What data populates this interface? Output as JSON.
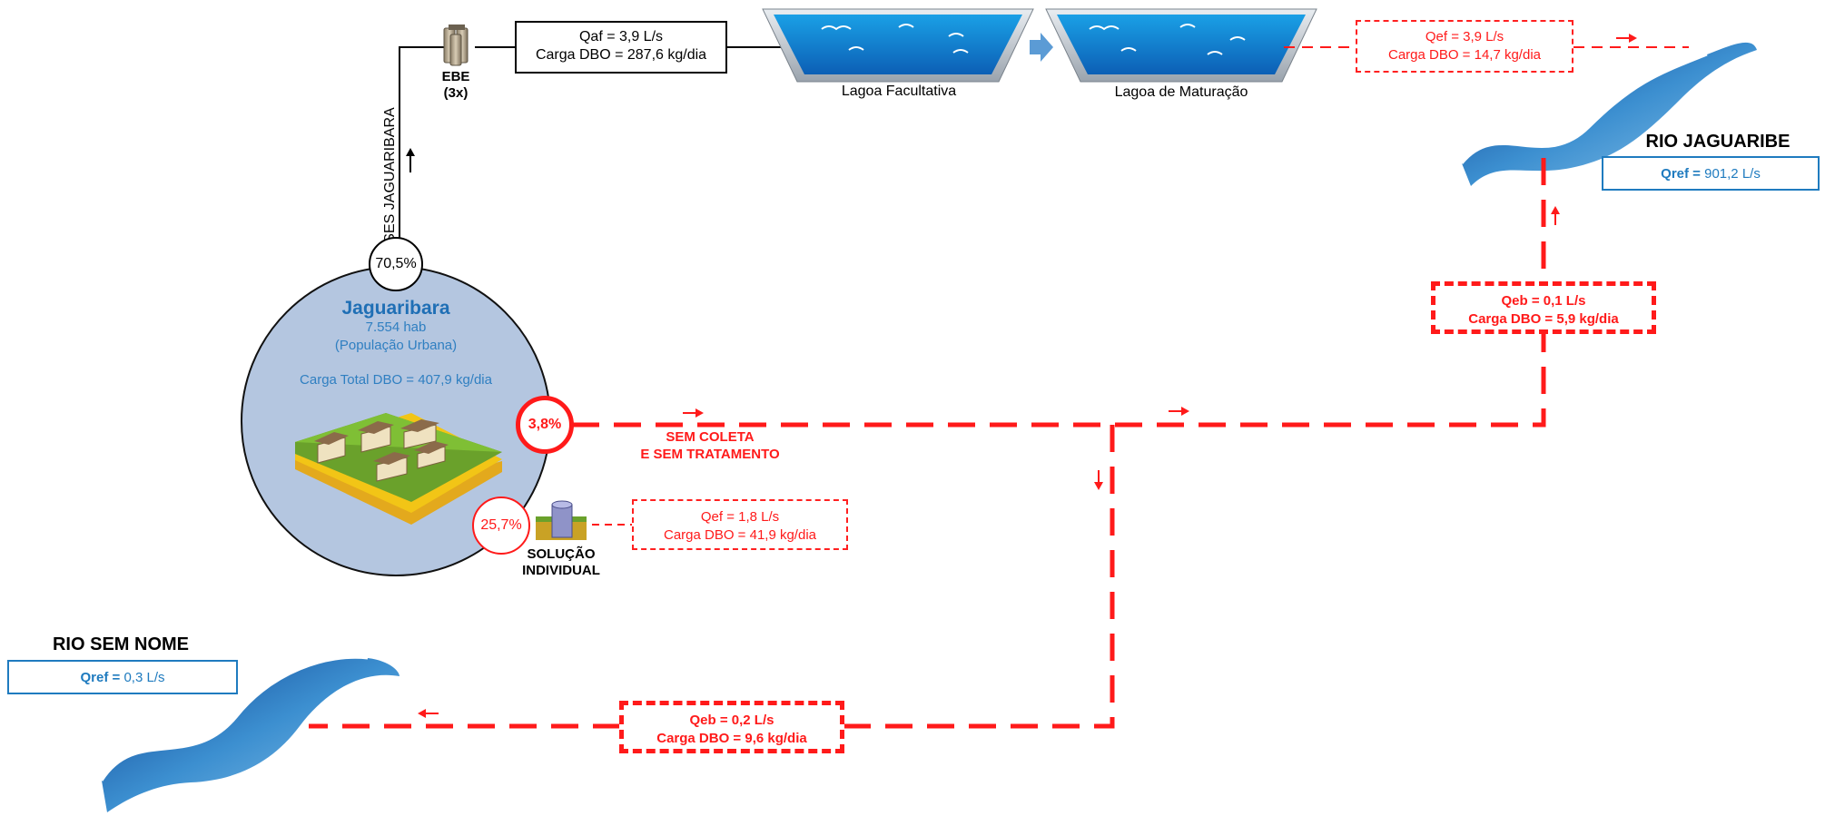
{
  "top_branch": {
    "percent": "70,5%",
    "pipe_label": "SES JAGUARIBARA",
    "pump_station": {
      "line1": "EBE",
      "line2": "(3x)"
    },
    "affluent_box": {
      "line1": "Qaf = 3,9 L/s",
      "line2": "Carga DBO = 287,6 kg/dia"
    },
    "pond_1": "Lagoa Facultativa",
    "pond_2": "Lagoa de Maturação",
    "effluent_box": {
      "line1": "Qef = 3,9 L/s",
      "line2": "Carga DBO = 14,7 kg/dia"
    }
  },
  "city": {
    "name": "Jaguaribara",
    "population": "7.554 hab",
    "population_type": "(População Urbana)",
    "total_load": "Carga Total DBO = 407,9 kg/dia"
  },
  "no_collection": {
    "percent": "3,8%",
    "line1": "SEM COLETA",
    "line2": "E SEM TRATAMENTO"
  },
  "individual_solution": {
    "percent": "25,7%",
    "line1": "SOLUÇÃO",
    "line2": "INDIVIDUAL",
    "box": {
      "line1": "Qef = 1,8 L/s",
      "line2": "Carga DBO = 41,9 kg/dia"
    }
  },
  "branch_jaguaribe": {
    "line1": "Qeb = 0,1 L/s",
    "line2": "Carga DBO = 5,9 kg/dia"
  },
  "branch_sem_nome": {
    "line1": "Qeb = 0,2 L/s",
    "line2": "Carga DBO = 9,6 kg/dia"
  },
  "river_jaguaribe": {
    "name": "RIO JAGUARIBE",
    "flow_label": "Qref =",
    "flow_value": "901,2 L/s"
  },
  "river_sem_nome": {
    "name": "RIO SEM NOME",
    "flow_label": "Qref =",
    "flow_value": "0,3 L/s"
  },
  "colors": {
    "red": "#ff1a1a",
    "blue": "#1f7bbf",
    "city_fill": "#b4c6e0",
    "water": "#3aa0dc"
  },
  "icons": [
    "pump-station-icon",
    "pond-icon",
    "river-icon",
    "houses-icon",
    "septic-tank-icon",
    "flow-arrow-icon"
  ]
}
